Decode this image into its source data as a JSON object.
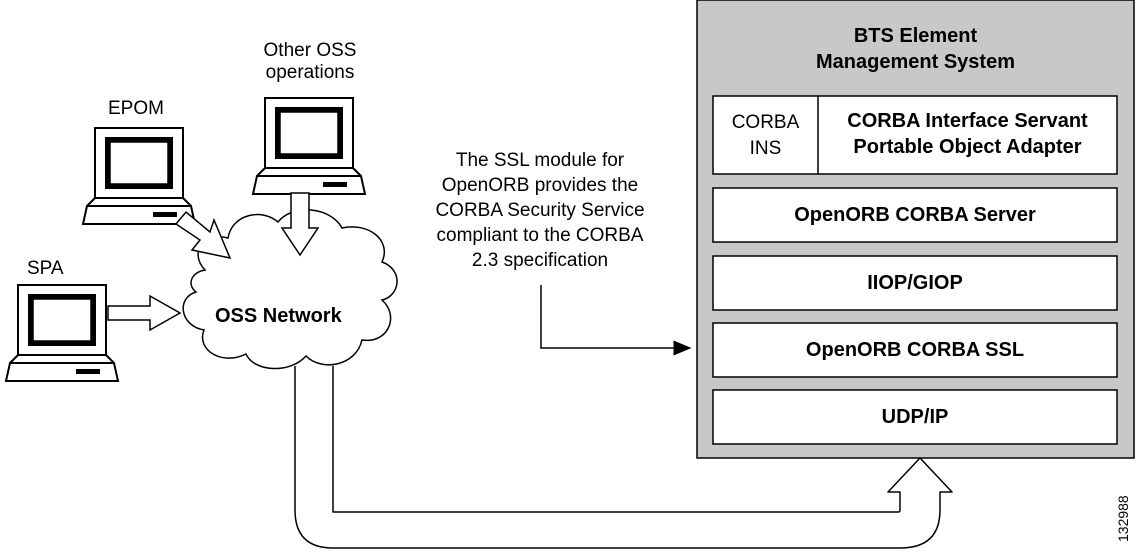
{
  "nodes": {
    "epom": "EPOM",
    "other_oss": [
      "Other OSS",
      "operations"
    ],
    "spa": "SPA",
    "network": "OSS Network"
  },
  "note": [
    "The SSL module for",
    "OpenORB provides the",
    "CORBA Security Service",
    "compliant to the CORBA",
    "2.3 specification"
  ],
  "ems": {
    "title": [
      "BTS Element",
      "Management System"
    ],
    "corba_ins": [
      "CORBA",
      "INS"
    ],
    "servant": [
      "CORBA Interface Servant",
      "Portable Object Adapter"
    ],
    "layers": [
      "OpenORB CORBA Server",
      "IIOP/GIOP",
      "OpenORB CORBA SSL",
      "UDP/IP"
    ]
  },
  "figure_id": "132988",
  "colors": {
    "ems_fill": "#c8c8c8",
    "layer_fill": "#ffffff",
    "stroke": "#000000"
  }
}
